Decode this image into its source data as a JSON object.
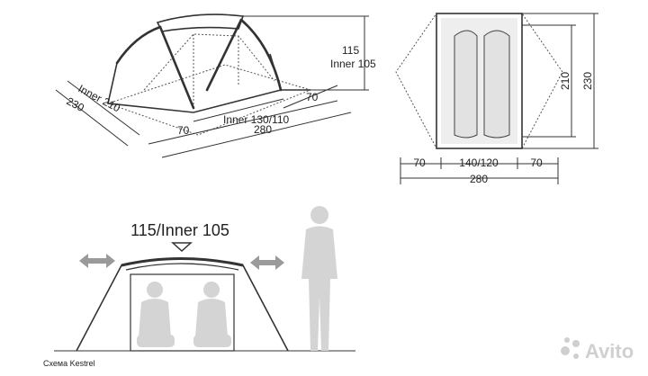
{
  "iso_view": {
    "height_label": "115",
    "inner_height_label": "Inner 105",
    "inner_width_label": "Inner 130/110",
    "side_left_label": "70",
    "side_right_label": "70",
    "length_label": "280",
    "inner_depth_label": "Inner 210",
    "outer_depth_label": "230"
  },
  "top_view": {
    "inner_depth_label": "210",
    "outer_depth_label": "230",
    "left_label": "70",
    "center_label": "140/120",
    "right_label": "70",
    "total_label": "280"
  },
  "front_view": {
    "height_label": "115/Inner 105"
  },
  "caption": "Схема Kestrel",
  "watermark": "Avito"
}
